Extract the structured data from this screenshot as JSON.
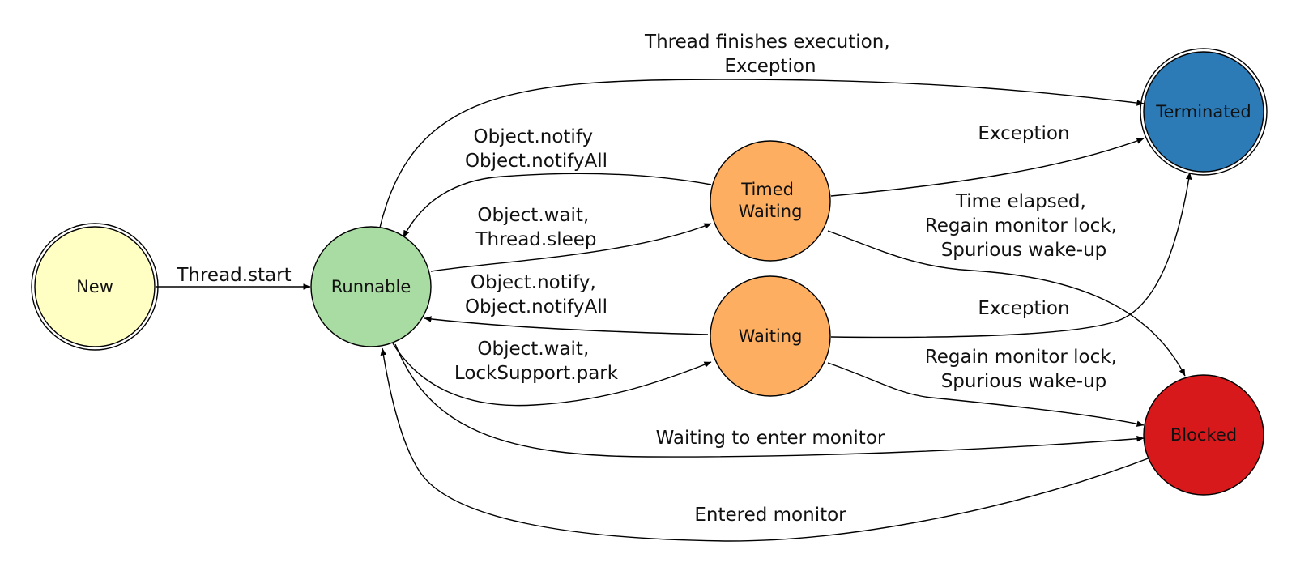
{
  "states": {
    "new": {
      "label": "New",
      "color": "#ffffc4"
    },
    "runnable": {
      "label": "Runnable",
      "color": "#a9dca3"
    },
    "timed_waiting": {
      "label_line1": "Timed",
      "label_line2": "Waiting",
      "color": "#fdae61"
    },
    "waiting": {
      "label": "Waiting",
      "color": "#fdae61"
    },
    "terminated": {
      "label": "Terminated",
      "color": "#2c7bb6"
    },
    "blocked": {
      "label": "Blocked",
      "color": "#d7191c"
    }
  },
  "transitions": {
    "thread_start": {
      "lines": [
        "Thread.start"
      ]
    },
    "finishes": {
      "lines": [
        "Thread finishes execution,",
        "Exception"
      ]
    },
    "tw_notify": {
      "lines": [
        "Object.notify",
        "Object.notifyAll"
      ]
    },
    "to_timed_waiting": {
      "lines": [
        "Object.wait,",
        "Thread.sleep"
      ]
    },
    "w_notify": {
      "lines": [
        "Object.notify,",
        "Object.notifyAll"
      ]
    },
    "to_waiting": {
      "lines": [
        "Object.wait,",
        "LockSupport.park"
      ]
    },
    "tw_exception": {
      "lines": [
        "Exception"
      ]
    },
    "tw_to_blocked": {
      "lines": [
        "Time elapsed,",
        "Regain monitor lock,",
        "Spurious wake-up"
      ]
    },
    "w_exception": {
      "lines": [
        "Exception"
      ]
    },
    "w_to_blocked": {
      "lines": [
        "Regain monitor lock,",
        "Spurious wake-up"
      ]
    },
    "enter_monitor": {
      "lines": [
        "Waiting to enter monitor"
      ]
    },
    "entered_monitor": {
      "lines": [
        "Entered monitor"
      ]
    }
  }
}
